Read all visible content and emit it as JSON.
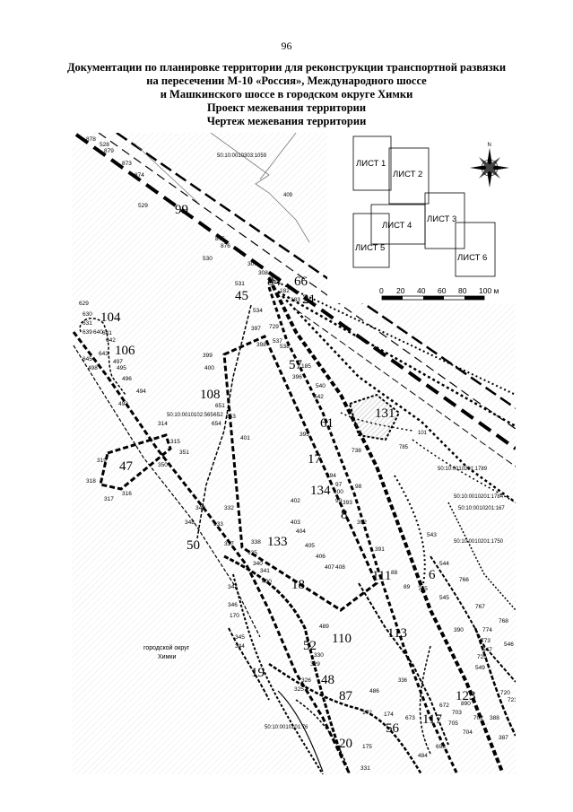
{
  "page_number": "96",
  "title_lines": [
    "Документации по планировке территории для реконструкции транспортной развязки",
    "на пересечении М-10 «Россия», Международного шоссе",
    "и Машкинского шоссе в городском округе Химки",
    "Проект межевания территории",
    "Чертеж межевания территории"
  ],
  "inset": {
    "sheets": [
      "ЛИСТ 1",
      "ЛИСТ 2",
      "ЛИСТ 3",
      "ЛИСТ 4",
      "ЛИСТ 5",
      "ЛИСТ 6"
    ],
    "compass_label": "N",
    "scale_labels": [
      "0",
      "20",
      "40",
      "60",
      "80",
      "100 м"
    ]
  },
  "area_label_line1": "городской округ",
  "area_label_line2": "Химки",
  "parcel_numbers_big": [
    "99",
    "84",
    "66",
    "45",
    "21",
    "104",
    "106",
    "108",
    "57",
    "131",
    "61",
    "47",
    "17",
    "134",
    "8",
    "50",
    "133",
    "18",
    "111",
    "6",
    "52",
    "110",
    "113",
    "19",
    "48",
    "87",
    "123",
    "117",
    "56",
    "20"
  ],
  "cadastral_labels": [
    "50:10:0010303:1059",
    "409",
    "50:10:0010102:565",
    "50:10:0010201:1789",
    "50:10:0010201:1784",
    "50:10:0010201:167",
    "50:10:0010201:1750",
    "50:10:0010101:76",
    "101",
    "785",
    "336"
  ],
  "point_labels": {
    "p878": "878",
    "p528": "528",
    "p879": "879",
    "p873": "873",
    "p874": "874",
    "p529": "529",
    "p875": "875",
    "p876": "876",
    "p530": "530",
    "p307": "307",
    "p308": "308",
    "p531": "531",
    "p182": "182",
    "p183": "183",
    "p534": "534",
    "p629": "629",
    "p630": "630",
    "p631": "631",
    "p639": "639",
    "p640": "640",
    "p641": "641",
    "p642": "642",
    "p645": "645",
    "p643": "643",
    "p497": "497",
    "p498": "498",
    "p495": "495",
    "p496": "496",
    "p494": "494",
    "p493": "493",
    "p399": "399",
    "p400": "400",
    "p397": "397",
    "p398": "398",
    "p729": "729",
    "p537": "537",
    "p538": "538",
    "p396": "396",
    "p185": "185",
    "p540": "540",
    "p542": "542",
    "p651": "651",
    "p652": "652",
    "p653": "653",
    "p654": "654",
    "p314": "314",
    "p315": "315",
    "p351": "351",
    "p350": "350",
    "p319": "319",
    "p318": "318",
    "p317": "317",
    "p316": "316",
    "p401": "401",
    "p395": "395",
    "p738": "738",
    "p394": "394",
    "p97": "97",
    "p98": "98",
    "p100": "100",
    "p99": "99",
    "p393": "393",
    "p392": "392",
    "p349": "349",
    "p332": "332",
    "p348": "348",
    "p333": "333",
    "p402": "402",
    "p403": "403",
    "p404": "404",
    "p405": "405",
    "p406": "406",
    "p407": "407",
    "p408": "408",
    "p391": "391",
    "p543": "543",
    "p544": "544",
    "p766": "766",
    "p88": "88",
    "p89": "89",
    "p765": "765",
    "p545": "545",
    "p390": "390",
    "p337": "337",
    "p338": "338",
    "p935": "935",
    "p340": "340",
    "p341": "341",
    "p490": "490",
    "p347": "347",
    "p346": "346",
    "p170": "170",
    "p345": "345",
    "p344": "344",
    "p489": "489",
    "p330": "330",
    "p329": "329",
    "p326": "326",
    "p325": "325",
    "p486": "486",
    "p484": "484",
    "p331": "331",
    "p175": "175",
    "p174": "174",
    "p172": "172",
    "p693": "693",
    "p673": "673",
    "p672": "672",
    "p890": "890",
    "p388": "388",
    "p387": "387",
    "p720": "720",
    "p721": "721",
    "p774": "774",
    "p773": "773",
    "p547": "547",
    "p725": "725",
    "p549": "549",
    "p546": "546",
    "p768": "768",
    "p767": "767",
    "p704": "704",
    "p705": "705",
    "p702": "702",
    "p703": "703"
  }
}
